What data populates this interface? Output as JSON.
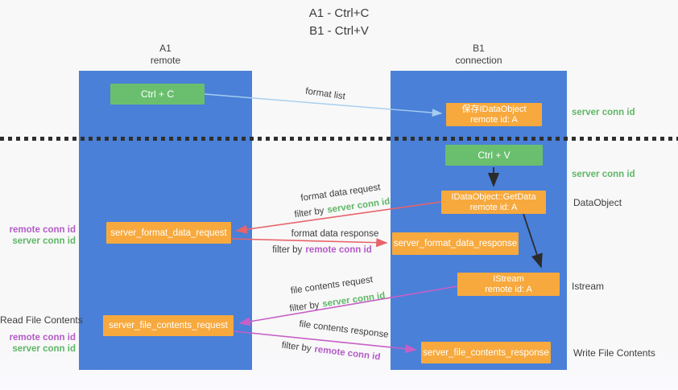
{
  "title": {
    "line1": "A1 - Ctrl+C",
    "line2": "B1 - Ctrl+V"
  },
  "lane_a": {
    "name": "A1",
    "role": "remote"
  },
  "lane_b": {
    "name": "B1",
    "role": "connection"
  },
  "nodes": {
    "ctrl_c": {
      "label": "Ctrl + C"
    },
    "ctrl_v": {
      "label": "Ctrl + V"
    },
    "save_dataobject": {
      "line1": "保存IDataObject",
      "line2": "remote id: A"
    },
    "getdata": {
      "line1": "IDataObject::GetData",
      "line2": "remote id: A"
    },
    "istream": {
      "line1": "IStream",
      "line2": "remote id: A"
    },
    "format_request": {
      "label": "server_format_data_request"
    },
    "format_response": {
      "label": "server_format_data_response"
    },
    "file_request": {
      "label": "server_file_contents_request"
    },
    "file_response": {
      "label": "server_file_contents_response"
    }
  },
  "edge_labels": {
    "format_list": "format list",
    "format_data_request": "format data request",
    "format_data_response": "format data response",
    "file_contents_request": "file contents request",
    "file_contents_response": "file contents response",
    "filter_prefix": "filter by",
    "server_conn_id": "server conn id",
    "remote_conn_id": "remote conn id"
  },
  "side_labels": {
    "right_server_conn_top": "server conn id",
    "right_server_conn_mid": "server conn id",
    "right_dataobject": "DataObject",
    "right_istream": "Istream",
    "right_write_file": "Write File Contents",
    "left_remote_conn_top": "remote conn id",
    "left_server_conn_top": "server conn id",
    "left_read_file": "Read File Contents",
    "left_remote_conn_bottom": "remote conn id",
    "left_server_conn_bottom": "server conn id"
  },
  "colors": {
    "lane_blue": "#4a80d8",
    "node_green": "#6abf6e",
    "node_orange": "#f7a93d",
    "text_dark": "#3d3d3d",
    "label_green": "#5fb667",
    "label_purple": "#b35bc7",
    "arrow_blue": "#a5cdf0",
    "arrow_red": "#e8636a",
    "arrow_magenta": "#c75fc7",
    "arrow_black": "#2b2b2b"
  }
}
